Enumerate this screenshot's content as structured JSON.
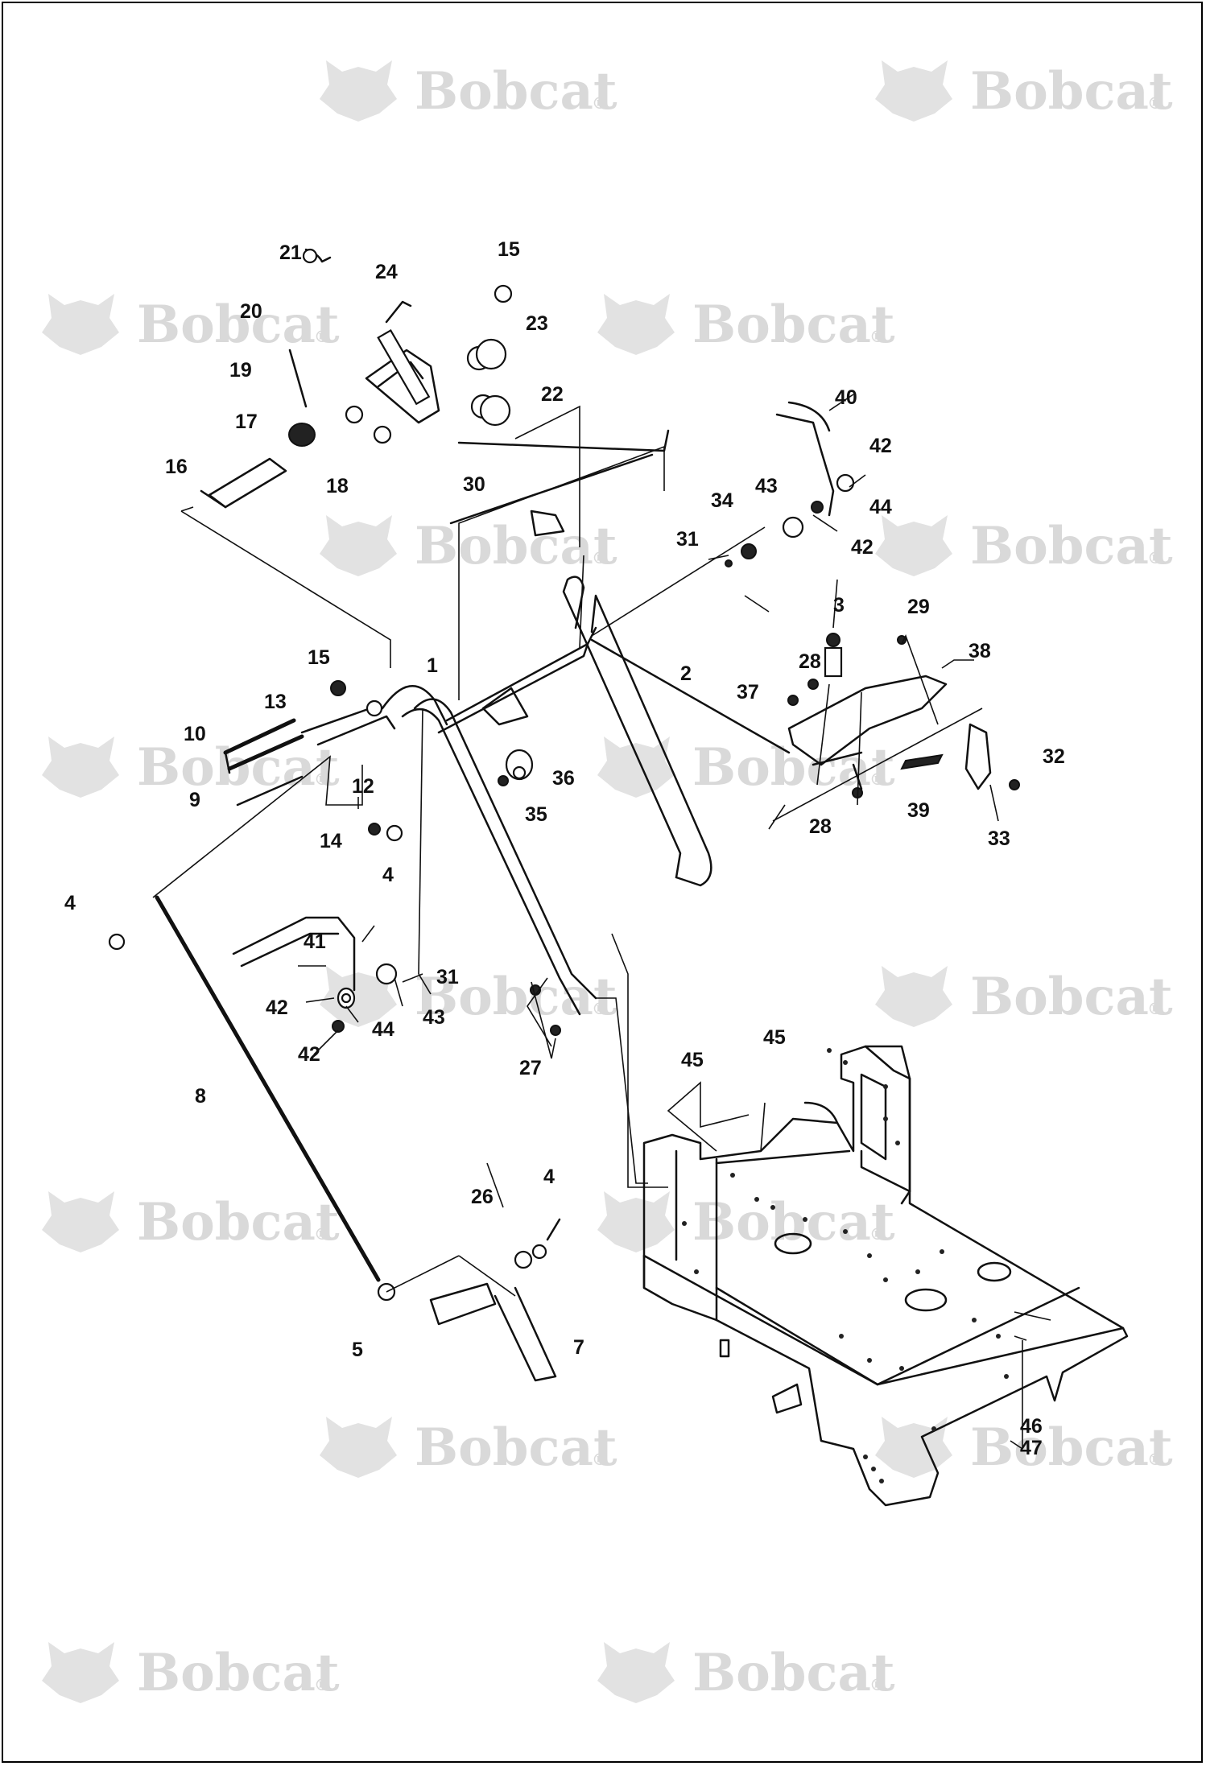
{
  "watermark": {
    "brand": "Bobcat",
    "mark": "®"
  },
  "callouts": [
    {
      "id": "c1",
      "label": "1"
    },
    {
      "id": "c2",
      "label": "2"
    },
    {
      "id": "c3",
      "label": "3"
    },
    {
      "id": "c4a",
      "label": "4"
    },
    {
      "id": "c4b",
      "label": "4"
    },
    {
      "id": "c4c",
      "label": "4"
    },
    {
      "id": "c5",
      "label": "5"
    },
    {
      "id": "c7",
      "label": "7"
    },
    {
      "id": "c8",
      "label": "8"
    },
    {
      "id": "c9",
      "label": "9"
    },
    {
      "id": "c10",
      "label": "10"
    },
    {
      "id": "c12",
      "label": "12"
    },
    {
      "id": "c13",
      "label": "13"
    },
    {
      "id": "c14",
      "label": "14"
    },
    {
      "id": "c15a",
      "label": "15"
    },
    {
      "id": "c15b",
      "label": "15"
    },
    {
      "id": "c16",
      "label": "16"
    },
    {
      "id": "c17",
      "label": "17"
    },
    {
      "id": "c18",
      "label": "18"
    },
    {
      "id": "c19",
      "label": "19"
    },
    {
      "id": "c20",
      "label": "20"
    },
    {
      "id": "c21",
      "label": "21"
    },
    {
      "id": "c22",
      "label": "22"
    },
    {
      "id": "c23",
      "label": "23"
    },
    {
      "id": "c24",
      "label": "24"
    },
    {
      "id": "c26",
      "label": "26"
    },
    {
      "id": "c27",
      "label": "27"
    },
    {
      "id": "c28a",
      "label": "28"
    },
    {
      "id": "c28b",
      "label": "28"
    },
    {
      "id": "c29",
      "label": "29"
    },
    {
      "id": "c30",
      "label": "30"
    },
    {
      "id": "c31a",
      "label": "31"
    },
    {
      "id": "c31b",
      "label": "31"
    },
    {
      "id": "c32",
      "label": "32"
    },
    {
      "id": "c33",
      "label": "33"
    },
    {
      "id": "c34",
      "label": "34"
    },
    {
      "id": "c35",
      "label": "35"
    },
    {
      "id": "c36",
      "label": "36"
    },
    {
      "id": "c37",
      "label": "37"
    },
    {
      "id": "c38",
      "label": "38"
    },
    {
      "id": "c39",
      "label": "39"
    },
    {
      "id": "c40",
      "label": "40"
    },
    {
      "id": "c41",
      "label": "41"
    },
    {
      "id": "c42a",
      "label": "42"
    },
    {
      "id": "c42b",
      "label": "42"
    },
    {
      "id": "c42c",
      "label": "42"
    },
    {
      "id": "c42d",
      "label": "42"
    },
    {
      "id": "c43a",
      "label": "43"
    },
    {
      "id": "c43b",
      "label": "43"
    },
    {
      "id": "c44a",
      "label": "44"
    },
    {
      "id": "c44b",
      "label": "44"
    },
    {
      "id": "c45a",
      "label": "45"
    },
    {
      "id": "c45b",
      "label": "45"
    },
    {
      "id": "c46",
      "label": "46"
    },
    {
      "id": "c47",
      "label": "47"
    }
  ]
}
